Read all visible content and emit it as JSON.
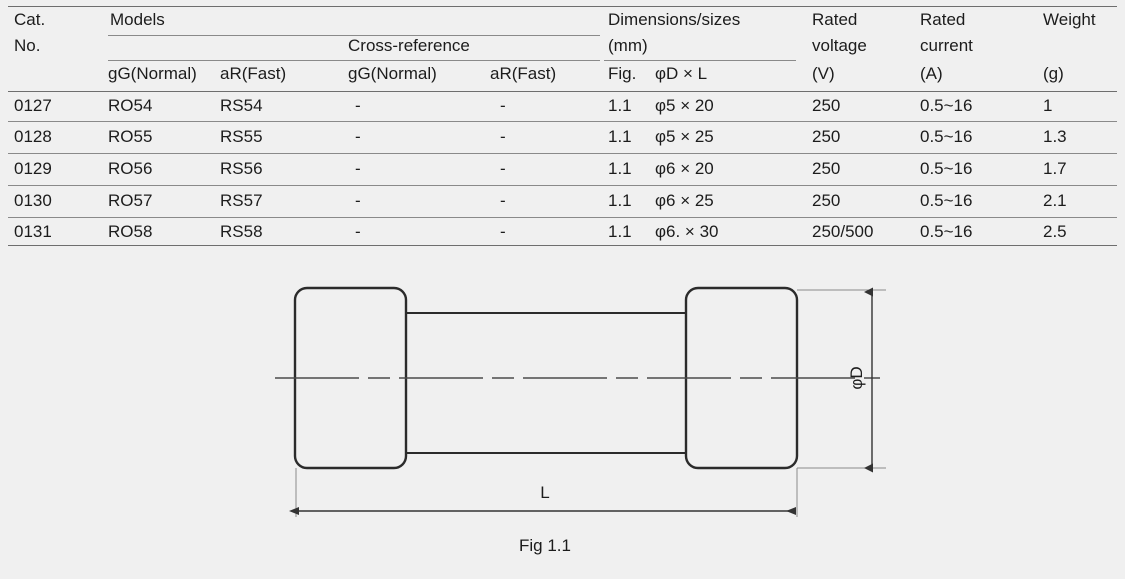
{
  "table": {
    "header": {
      "col_cat_line1": "Cat.",
      "col_cat_line2": "No.",
      "group_models": "Models",
      "group_cross_reference": "Cross-reference",
      "group_dimensions_line1": "Dimensions/sizes",
      "group_dimensions_line2": "(mm)",
      "sub_models_gg": "gG(Normal)",
      "sub_models_ar": "aR(Fast)",
      "sub_cross_gg": "gG(Normal)",
      "sub_cross_ar": "aR(Fast)",
      "sub_fig": "Fig.",
      "sub_dia_len": "φD × L",
      "col_rated_voltage_line1": "Rated",
      "col_rated_voltage_line2": "voltage",
      "col_rated_voltage_unit": "(V)",
      "col_rated_current_line1": "Rated",
      "col_rated_current_line2": "current",
      "col_rated_current_unit": "(A)",
      "col_weight_line1": "Weight",
      "col_weight_unit": "(g)"
    },
    "rows": [
      {
        "cat_no": "0127",
        "models_gg": "RO54",
        "models_ar": "RS54",
        "cross_gg": "-",
        "cross_ar": "-",
        "fig": "1.1",
        "size": "φ5 × 20",
        "rated_voltage": "250",
        "rated_current": "0.5~16",
        "weight": "1"
      },
      {
        "cat_no": "0128",
        "models_gg": "RO55",
        "models_ar": "RS55",
        "cross_gg": "-",
        "cross_ar": "-",
        "fig": "1.1",
        "size": "φ5 × 25",
        "rated_voltage": "250",
        "rated_current": "0.5~16",
        "weight": "1.3"
      },
      {
        "cat_no": "0129",
        "models_gg": "RO56",
        "models_ar": "RS56",
        "cross_gg": "-",
        "cross_ar": "-",
        "fig": "1.1",
        "size": "φ6 × 20",
        "rated_voltage": "250",
        "rated_current": "0.5~16",
        "weight": "1.7"
      },
      {
        "cat_no": "0130",
        "models_gg": "RO57",
        "models_ar": "RS57",
        "cross_gg": "-",
        "cross_ar": "-",
        "fig": "1.1",
        "size": "φ6 × 25",
        "rated_voltage": "250",
        "rated_current": "0.5~16",
        "weight": "2.1"
      },
      {
        "cat_no": "0131",
        "models_gg": "RO58",
        "models_ar": "RS58",
        "cross_gg": "-",
        "cross_ar": "-",
        "fig": "1.1",
        "size": "φ6. × 30",
        "rated_voltage": "250/500",
        "rated_current": "0.5~16",
        "weight": "2.5"
      }
    ]
  },
  "figure": {
    "caption": "Fig 1.1",
    "diameter_label": "φD",
    "length_label": "L"
  },
  "colors": {
    "background": "#f0f0f0",
    "rule": "#8a8a8a",
    "text": "#1c1c1c",
    "outline": "#2b2b2b",
    "dimension": "#4a4a4a"
  }
}
